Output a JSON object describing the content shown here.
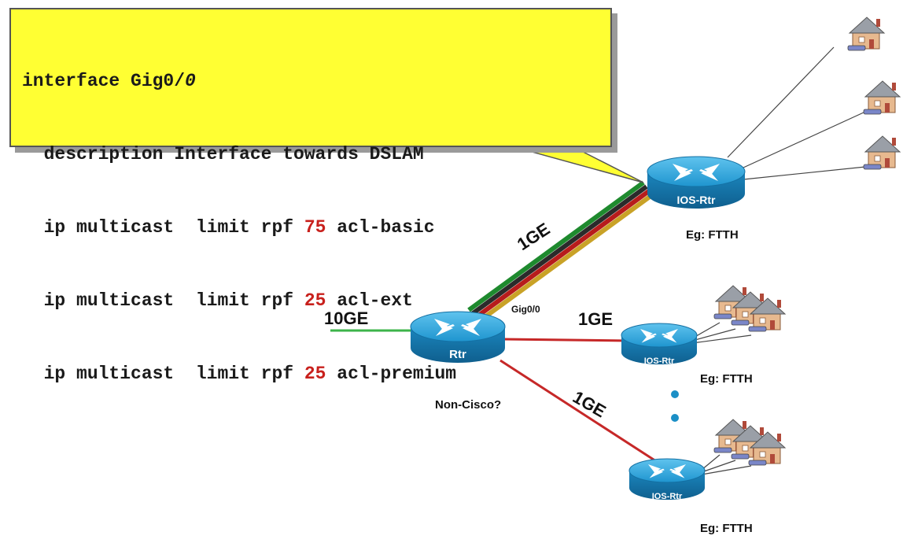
{
  "config": {
    "line1_a": "interface Gig0/",
    "line1_b": "0",
    "line2": "  description Interface towards DSLAM",
    "line3_a": "  ip multicast  limit rpf ",
    "line3_n": "75",
    "line3_b": " acl-basic",
    "line4_a": "  ip multicast  limit rpf ",
    "line4_n": "25",
    "line4_b": " acl-ext",
    "line5_a": "  ip multicast  limit rpf ",
    "line5_n": "25",
    "line5_b": " acl-premium"
  },
  "labels": {
    "uplink": "10GE",
    "top_link": "1GE",
    "mid_link": "1GE",
    "bottom_link": "1GE",
    "interface": "Gig0/0",
    "core_router": "Rtr",
    "core_note": "Non-Cisco?",
    "top_router": "IOS-Rtr",
    "mid_router": "IOS-Rtr",
    "bottom_router": "IOS-Rtr",
    "ftth_top": "Eg: FTTH",
    "ftth_mid": "Eg: FTTH",
    "ftth_bottom": "Eg: FTTH"
  },
  "colors": {
    "callout_bg": "#ffff33",
    "highlight_number": "#c8201c",
    "router_blue": "#1b8fc6",
    "link_red": "#c62828",
    "link_green": "#3cb44a",
    "stream_green": "#1e8a2e",
    "stream_dark": "#2b2b2b",
    "stream_red": "#b71c1c",
    "stream_gold": "#c9a227"
  }
}
